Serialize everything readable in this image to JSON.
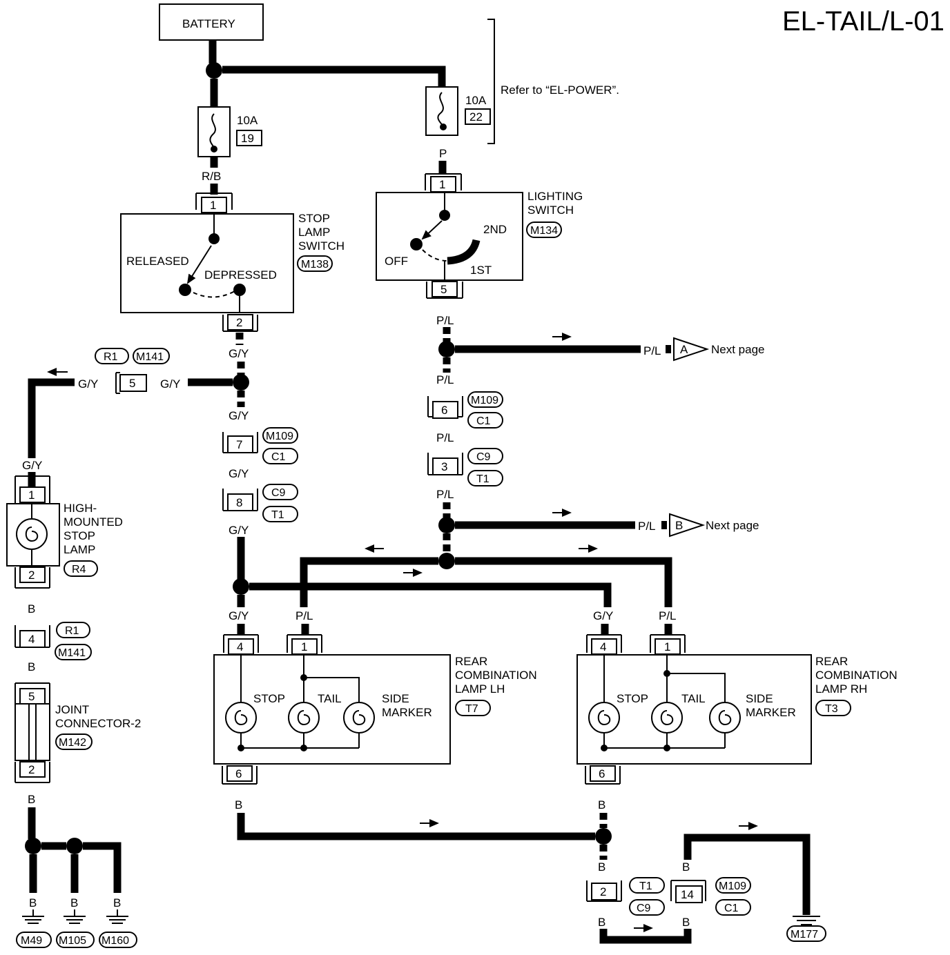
{
  "title": "EL-TAIL/L-01",
  "battery": "BATTERY",
  "refer_note": "Refer to “EL-POWER”.",
  "fuses": [
    {
      "amp": "10A",
      "num": "19"
    },
    {
      "amp": "10A",
      "num": "22"
    }
  ],
  "wires": {
    "rb": "R/B",
    "p": "P",
    "pl": "P/L",
    "gy": "G/Y",
    "b": "B"
  },
  "stop_lamp_switch": {
    "name_lines": [
      "STOP",
      "LAMP",
      "SWITCH"
    ],
    "code": "M138",
    "released": "RELEASED",
    "depressed": "DEPRESSED",
    "pin_top": "1",
    "pin_bottom": "2"
  },
  "lighting_switch": {
    "name_lines": [
      "LIGHTING",
      "SWITCH"
    ],
    "code": "M134",
    "off": "OFF",
    "first": "1ST",
    "second": "2ND",
    "pin_top": "1",
    "pin_bottom": "5"
  },
  "next_page": [
    {
      "letter": "A",
      "text": "Next page"
    },
    {
      "letter": "B",
      "text": "Next page"
    }
  ],
  "connectors": {
    "c5": {
      "pin": "5",
      "codes": [
        "R1",
        "M141"
      ]
    },
    "c7": {
      "pin": "7",
      "codes": [
        "M109",
        "C1"
      ]
    },
    "c8": {
      "pin": "8",
      "codes": [
        "C9",
        "T1"
      ]
    },
    "c6": {
      "pin": "6",
      "codes": [
        "M109",
        "C1"
      ]
    },
    "c3": {
      "pin": "3",
      "codes": [
        "C9",
        "T1"
      ]
    },
    "c4": {
      "pin": "4",
      "codes": [
        "R1",
        "M141"
      ]
    },
    "c2": {
      "pin": "2",
      "codes": [
        "T1",
        "C9"
      ]
    },
    "c14": {
      "pin": "14",
      "codes": [
        "M109",
        "C1"
      ]
    }
  },
  "high_mount": {
    "name_lines": [
      "HIGH-",
      "MOUNTED",
      "STOP",
      "LAMP"
    ],
    "code": "R4",
    "pin_top": "1",
    "pin_bottom": "2"
  },
  "joint": {
    "name_lines": [
      "JOINT",
      "CONNECTOR-2"
    ],
    "code": "M142",
    "pin_top": "5",
    "pin_bottom": "2"
  },
  "rear_lh": {
    "name_lines": [
      "REAR",
      "COMBINATION",
      "LAMP LH"
    ],
    "code": "T7",
    "pins": [
      "4",
      "1",
      "6"
    ],
    "stop": "STOP",
    "tail": "TAIL",
    "side": [
      "SIDE",
      "MARKER"
    ]
  },
  "rear_rh": {
    "name_lines": [
      "REAR",
      "COMBINATION",
      "LAMP RH"
    ],
    "code": "T3",
    "pins": [
      "4",
      "1",
      "6"
    ],
    "stop": "STOP",
    "tail": "TAIL",
    "side": [
      "SIDE",
      "MARKER"
    ]
  },
  "grounds": [
    "M49",
    "M105",
    "M160",
    "M177"
  ]
}
